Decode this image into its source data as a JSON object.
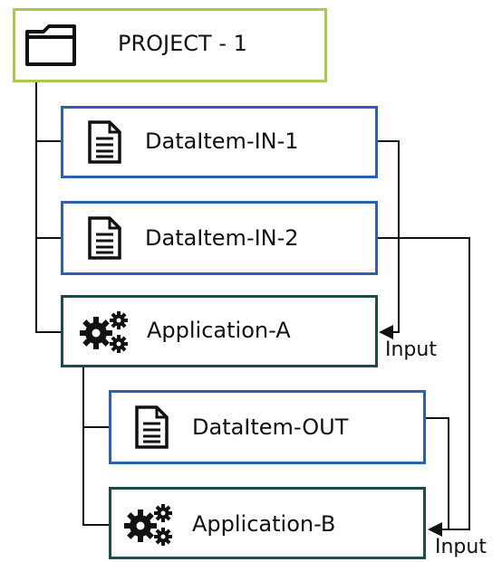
{
  "project": {
    "title": "PROJECT - 1",
    "icon": "folder-icon"
  },
  "nodes": {
    "in1": {
      "label": "DataItem-IN-1",
      "icon": "document-icon"
    },
    "in2": {
      "label": "DataItem-IN-2",
      "icon": "document-icon"
    },
    "appa": {
      "label": "Application-A",
      "icon": "gears-icon"
    },
    "out": {
      "label": "DataItem-OUT",
      "icon": "document-icon"
    },
    "appb": {
      "label": "Application-B",
      "icon": "gears-icon"
    }
  },
  "inputs": {
    "appa": "Input",
    "appb": "Input"
  },
  "colors": {
    "project_border": "#a9c94a",
    "data_border": "#2f5fb0",
    "app_border": "#1d4a4a",
    "connector": "#111111"
  }
}
